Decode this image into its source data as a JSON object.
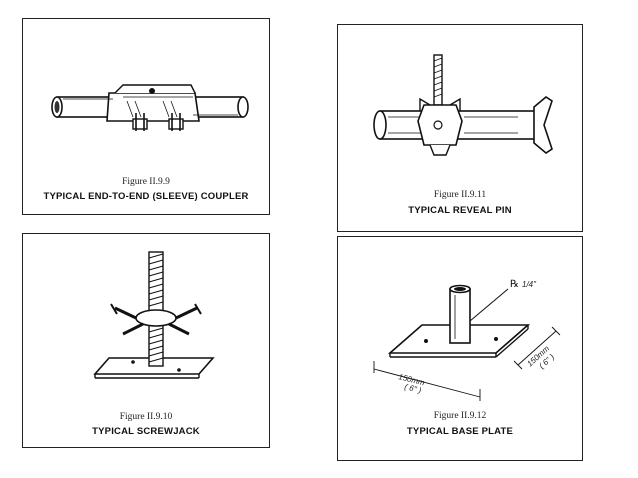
{
  "figures": [
    {
      "number": "Figure II.9.9",
      "title": "TYPICAL END-TO-END (SLEEVE) COUPLER",
      "icon": "sleeve-coupler-drawing"
    },
    {
      "number": "Figure II.9.11",
      "title": "TYPICAL REVEAL PIN",
      "icon": "reveal-pin-drawing"
    },
    {
      "number": "Figure II.9.10",
      "title": "TYPICAL SCREWJACK",
      "icon": "screwjack-drawing"
    },
    {
      "number": "Figure II.9.12",
      "title": "TYPICAL BASE PLATE",
      "icon": "base-plate-drawing",
      "annotations": {
        "pipe_size": "1/4\"",
        "width_mm": "150mm",
        "width_in": "( 6\" )",
        "depth_mm": "150mm",
        "depth_in": "( 6\" )"
      }
    }
  ]
}
